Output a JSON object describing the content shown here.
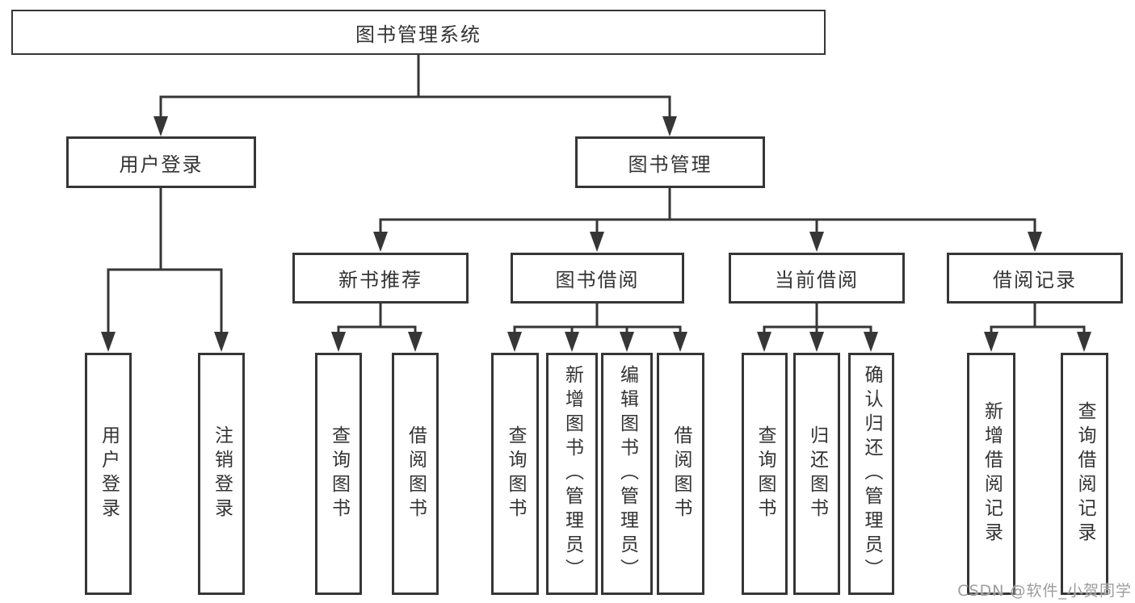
{
  "title": "图书管理系统",
  "level2": [
    {
      "label": "用户登录",
      "parent": "图书管理系统"
    },
    {
      "label": "图书管理",
      "parent": "图书管理系统"
    }
  ],
  "level3": [
    {
      "label": "新书推荐",
      "parent": "图书管理"
    },
    {
      "label": "图书借阅",
      "parent": "图书管理"
    },
    {
      "label": "当前借阅",
      "parent": "图书管理"
    },
    {
      "label": "借阅记录",
      "parent": "图书管理"
    }
  ],
  "leaves": [
    {
      "label": "用户登录",
      "parent": "用户登录"
    },
    {
      "label": "注销登录",
      "parent": "用户登录"
    },
    {
      "label": "查询图书",
      "parent": "新书推荐"
    },
    {
      "label": "借阅图书",
      "parent": "新书推荐"
    },
    {
      "label": "查询图书",
      "parent": "图书借阅"
    },
    {
      "label": "新增图书（管理员）",
      "parent": "图书借阅"
    },
    {
      "label": "编辑图书（管理员）",
      "parent": "图书借阅"
    },
    {
      "label": "借阅图书",
      "parent": "图书借阅"
    },
    {
      "label": "查询图书",
      "parent": "当前借阅"
    },
    {
      "label": "归还图书",
      "parent": "当前借阅"
    },
    {
      "label": "确认归还（管理员）",
      "parent": "当前借阅"
    },
    {
      "label": "新增借阅记录",
      "parent": "借阅记录"
    },
    {
      "label": "查询借阅记录",
      "parent": "借阅记录"
    }
  ],
  "watermark": "CSDN @软件_小贺同学",
  "colors": {
    "line": "#363636",
    "text": "#333333",
    "bg": "#ffffff",
    "watermark": "#9c9c9c"
  }
}
